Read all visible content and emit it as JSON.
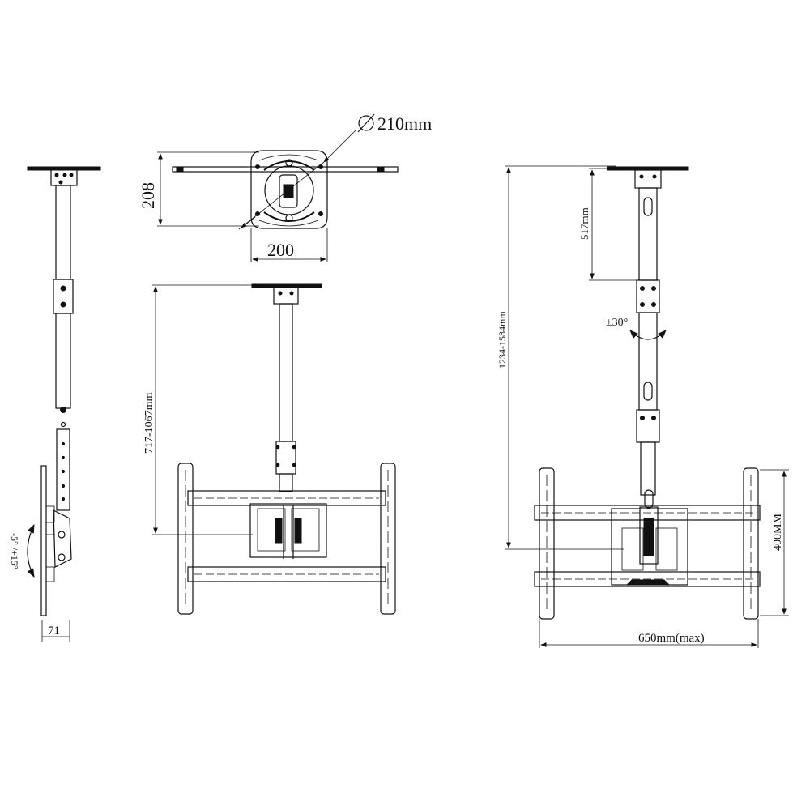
{
  "dimensions": {
    "depth": "71",
    "tilt": "-5° /+15°",
    "plate_width": "200",
    "plate_height": "208",
    "plate_diameter": "210mm",
    "drop_front": "717-1067mm",
    "drop_total": "1234-1584mm",
    "upper_pole": "517mm",
    "swivel": "±30°",
    "vesa_width": "650mm(max)",
    "vesa_height": "400MM"
  },
  "symbols": {
    "diameter": "diameter-symbol"
  }
}
